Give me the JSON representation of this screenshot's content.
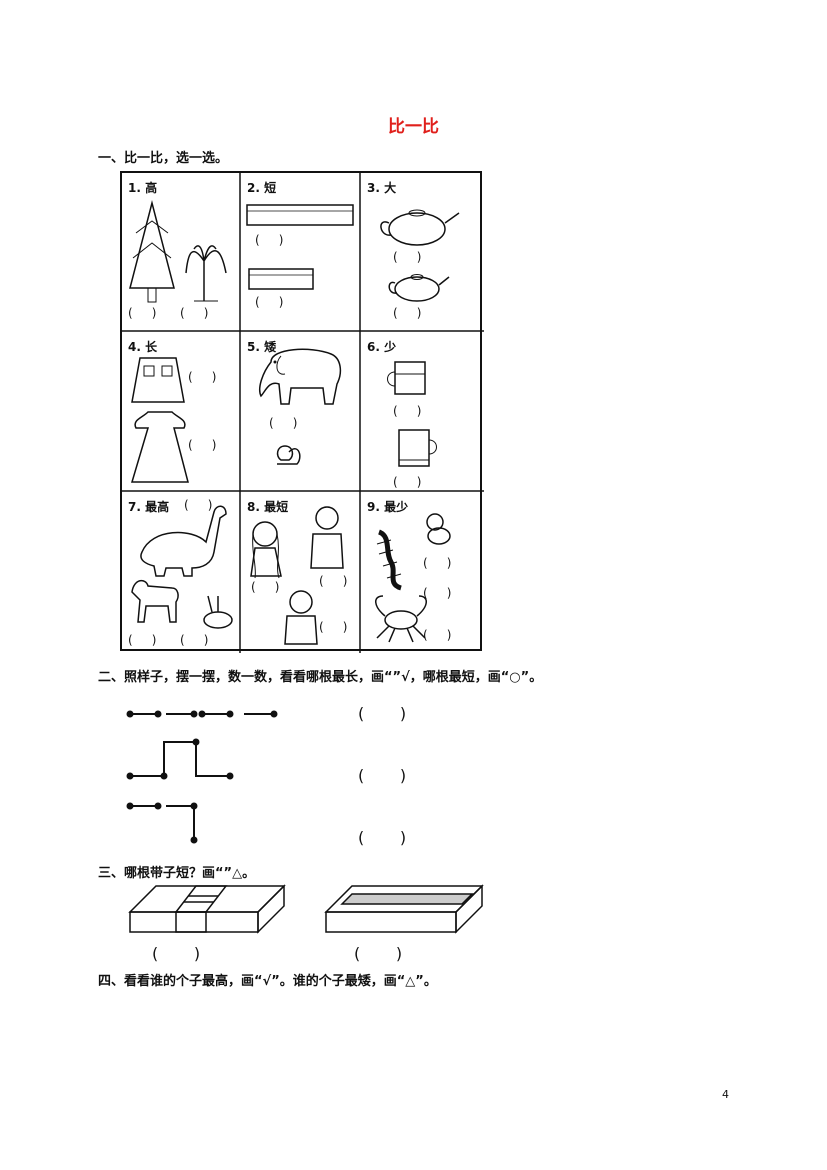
{
  "title": "比一比",
  "sections": {
    "s1": "一、比一比，选一选。",
    "s2": "二、照样子，摆一摆，数一数，看看哪根最长，画“”√，哪根最短，画“○”。",
    "s3": "三、哪根带子短？画“”△。",
    "s4": "四、看看谁的个子最高，画“√”。谁的个子最矮，画“△”。"
  },
  "grid": {
    "cells": [
      {
        "label": "1. 高"
      },
      {
        "label": "2. 短"
      },
      {
        "label": "3. 大"
      },
      {
        "label": "4. 长"
      },
      {
        "label": "5. 矮"
      },
      {
        "label": "6. 少"
      },
      {
        "label": "7. 最高"
      },
      {
        "label": "8. 最短"
      },
      {
        "label": "9. 最少"
      }
    ]
  },
  "paren": "(     )",
  "paren_wide": "(       )",
  "page_number": "4"
}
